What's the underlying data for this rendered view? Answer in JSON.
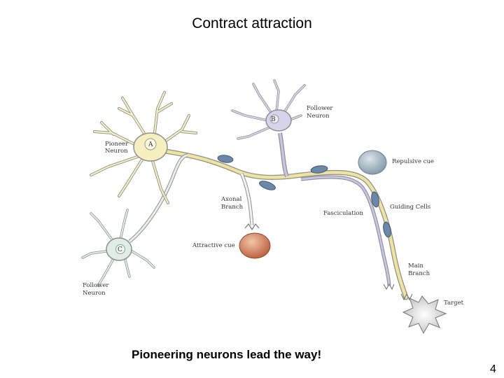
{
  "slide": {
    "title": "Contract attraction",
    "caption": "Pioneering neurons lead the way!",
    "page_number": "4"
  },
  "diagram": {
    "labels": {
      "pioneer_line1": "Pioneer",
      "pioneer_line2": "Neuron",
      "pioneer_letter": "A",
      "follower_b_line1": "Follower",
      "follower_b_line2": "Neuron",
      "follower_b_letter": "B",
      "follower_c_line1": "Follower",
      "follower_c_line2": "Neuron",
      "follower_c_letter": "C",
      "repulsive_cue": "Repulsive cue",
      "guiding_cells": "Guiding Cells",
      "fasciculation": "Fasciculation",
      "axonal_branch_line1": "Axonal",
      "axonal_branch_line2": "Branch",
      "attractive_cue": "Attractive cue",
      "main_branch_line1": "Main",
      "main_branch_line2": "Branch",
      "target": "Target"
    },
    "colors": {
      "pioneer": "#f6efc0",
      "follower_b": "#d6d3ea",
      "follower_c": "#dfeee4",
      "repulsive_cue": "#8fa4b4",
      "attractive_cue": "#c9704e",
      "guiding_cell": "#6c88a8",
      "target": "#dcdcdc",
      "axon_pioneer": "#efe3a0",
      "axon_follower_b": "#c9c5e4"
    }
  }
}
